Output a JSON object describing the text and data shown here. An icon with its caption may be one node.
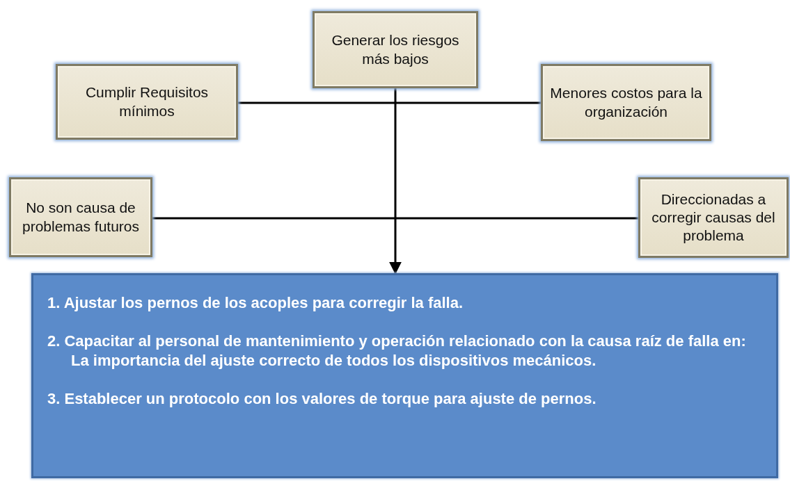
{
  "diagram": {
    "nodes": [
      {
        "text": [
          "Generar los riesgos más bajos"
        ]
      },
      {
        "text": [
          "Cumplir Requisitos mínimos"
        ]
      },
      {
        "text": [
          "Menores costos para la organización"
        ]
      },
      {
        "text": [
          "No son causa de problemas futuros"
        ]
      },
      {
        "text": [
          "Direccionadas a corregir causas del problema"
        ]
      },
      {
        "text": [
          "1. Ajustar los pernos de los acoples para corregir la falla.",
          "2. Capacitar al personal de mantenimiento y operación relacionado con la causa raíz de falla en: La importancia del ajuste correcto de todos los dispositivos mecánicos.",
          "3. Establecer un protocolo con los valores de torque para ajuste de pernos."
        ]
      }
    ],
    "edges": [
      {
        "from": 0,
        "to": 5,
        "arrow": "to"
      },
      {
        "from": 1,
        "to": 2,
        "arrow": "none"
      },
      {
        "from": 3,
        "to": 4,
        "arrow": "none"
      }
    ]
  }
}
